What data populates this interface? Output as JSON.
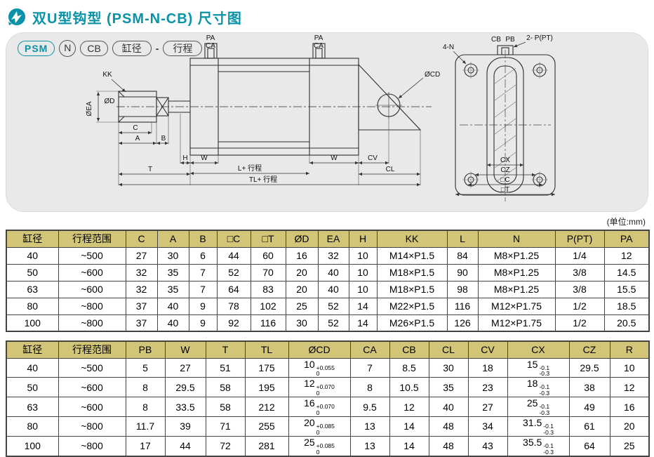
{
  "page": {
    "title": "双U型钩型 (PSM-N-CB) 尺寸图",
    "unit_note": "(单位:mm)"
  },
  "colors": {
    "accent_teal": "#0a93a8",
    "table_header_bg": "#d2c577",
    "panel_bg": "#e9e9e9"
  },
  "model_code": {
    "series": "PSM",
    "type": "N",
    "mount": "CB",
    "bore": "缸径",
    "dash": "-",
    "stroke": "行程"
  },
  "drawing": {
    "labels": {
      "kk": "KK",
      "ea": "ØEA",
      "d": "ØD",
      "c": "C",
      "a": "A",
      "b": "B",
      "h": "H",
      "w": "W",
      "t": "T",
      "l_stroke": "L+ 行程",
      "tl_stroke": "TL+ 行程",
      "cv": "CV",
      "cl": "CL",
      "pa": "PA",
      "ca": "CA",
      "cd": "ØCD",
      "four_n": "4-N",
      "cb": "CB",
      "pb": "PB",
      "p_pt": "2- P(PT)",
      "cx": "CX",
      "cz": "CZ",
      "sq_c": "□C",
      "sq_t": "□T"
    }
  },
  "table1": {
    "headers": [
      "缸径",
      "行程范围",
      "C",
      "A",
      "B",
      "□C",
      "□T",
      "ØD",
      "EA",
      "H",
      "KK",
      "L",
      "N",
      "P(PT)",
      "PA"
    ],
    "rows": [
      [
        "40",
        "~500",
        "27",
        "30",
        "6",
        "44",
        "60",
        "16",
        "32",
        "10",
        "M14×P1.5",
        "84",
        "M8×P1.25",
        "1/4",
        "12"
      ],
      [
        "50",
        "~600",
        "32",
        "35",
        "7",
        "52",
        "70",
        "20",
        "40",
        "10",
        "M18×P1.5",
        "90",
        "M8×P1.25",
        "3/8",
        "14.5"
      ],
      [
        "63",
        "~600",
        "32",
        "35",
        "7",
        "64",
        "83",
        "20",
        "40",
        "10",
        "M18×P1.5",
        "98",
        "M8×P1.25",
        "3/8",
        "15.5"
      ],
      [
        "80",
        "~800",
        "37",
        "40",
        "9",
        "78",
        "102",
        "25",
        "52",
        "14",
        "M22×P1.5",
        "116",
        "M12×P1.75",
        "1/2",
        "18.5"
      ],
      [
        "100",
        "~800",
        "37",
        "40",
        "9",
        "92",
        "116",
        "30",
        "52",
        "14",
        "M26×P1.5",
        "126",
        "M12×P1.75",
        "1/2",
        "20.5"
      ]
    ]
  },
  "table2": {
    "headers": [
      "缸径",
      "行程范围",
      "PB",
      "W",
      "T",
      "TL",
      "ØCD",
      "CA",
      "CB",
      "CL",
      "CV",
      "CX",
      "CZ",
      "R"
    ],
    "rows": [
      [
        "40",
        "~500",
        "5",
        "27",
        "51",
        "175",
        {
          "text": "10",
          "sup": "+0.055",
          "sub": "0"
        },
        "7",
        "8.5",
        "30",
        "18",
        {
          "text": "15",
          "sup": "-0.1",
          "sub": "-0.3"
        },
        "29.5",
        "10"
      ],
      [
        "50",
        "~600",
        "8",
        "29.5",
        "58",
        "195",
        {
          "text": "12",
          "sup": "+0.070",
          "sub": "0"
        },
        "8",
        "10.5",
        "35",
        "23",
        {
          "text": "18",
          "sup": "-0.1",
          "sub": "-0.3"
        },
        "38",
        "12"
      ],
      [
        "63",
        "~600",
        "8",
        "33.5",
        "58",
        "212",
        {
          "text": "16",
          "sup": "+0.070",
          "sub": "0"
        },
        "9.5",
        "12",
        "40",
        "27",
        {
          "text": "25",
          "sup": "-0.1",
          "sub": "-0.3"
        },
        "49",
        "16"
      ],
      [
        "80",
        "~800",
        "11.7",
        "39",
        "71",
        "255",
        {
          "text": "20",
          "sup": "+0.085",
          "sub": "0"
        },
        "13",
        "14",
        "48",
        "34",
        {
          "text": "31.5",
          "sup": "-0.1",
          "sub": "-0.3"
        },
        "61",
        "20"
      ],
      [
        "100",
        "~800",
        "17",
        "44",
        "72",
        "281",
        {
          "text": "25",
          "sup": "+0.085",
          "sub": "0"
        },
        "13",
        "14",
        "48",
        "43",
        {
          "text": "35.5",
          "sup": "-0.1",
          "sub": "-0.3"
        },
        "64",
        "25"
      ]
    ]
  }
}
